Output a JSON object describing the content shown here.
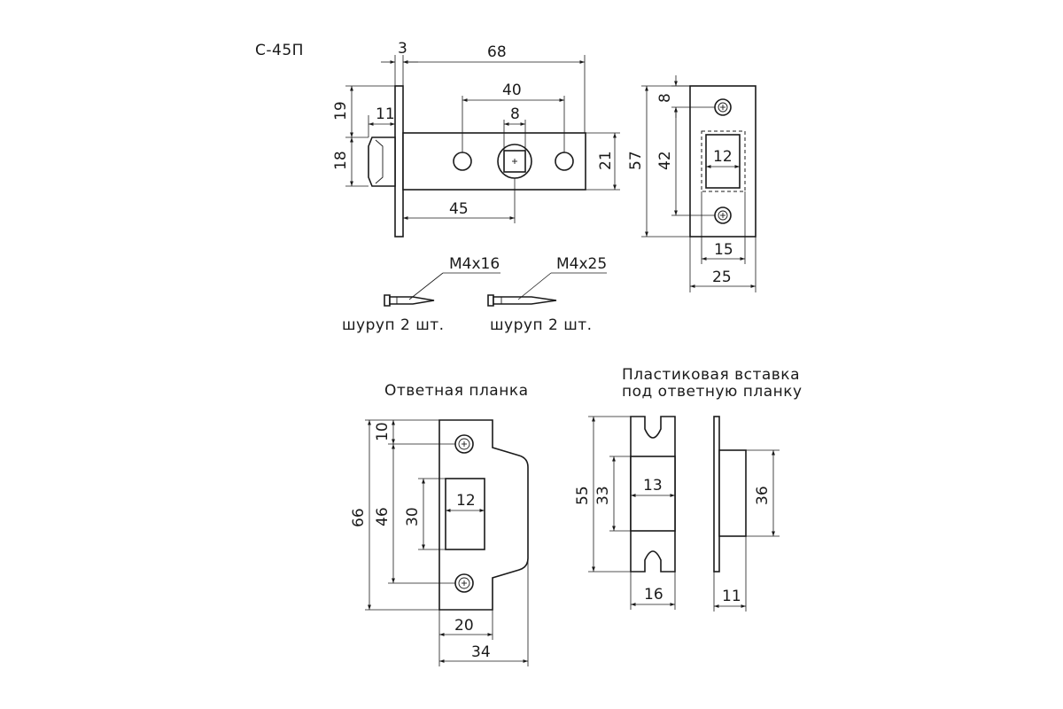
{
  "model": "С-45П",
  "latch": {
    "dims": {
      "faceplate_thickness": "3",
      "length": "68",
      "hole_spacing": "40",
      "square": "8",
      "tongue_offset": "19",
      "tongue_depth": "11",
      "tongue_height": "18",
      "body_height": "21",
      "backset": "45"
    }
  },
  "faceplate": {
    "dims": {
      "hole_top": "8",
      "hole_spacing": "42",
      "height": "57",
      "slot_width": "12",
      "slot_outer": "15",
      "width": "25"
    }
  },
  "screws": [
    {
      "size": "М4х16",
      "label": "шуруп 2 шт."
    },
    {
      "size": "М4х25",
      "label": "шуруп 2 шт."
    }
  ],
  "strike_plate": {
    "title": "Ответная планка",
    "dims": {
      "hole_top": "10",
      "height": "66",
      "hole_spacing": "46",
      "slot_height": "30",
      "slot_width": "12",
      "plate_width": "20",
      "total_width": "34"
    }
  },
  "plastic_insert": {
    "title_line1": "Пластиковая вставка",
    "title_line2": "под ответную планку",
    "dims": {
      "height": "55",
      "box_height": "33",
      "box_width": "13",
      "width": "16",
      "side_height": "36",
      "side_depth": "11"
    }
  }
}
